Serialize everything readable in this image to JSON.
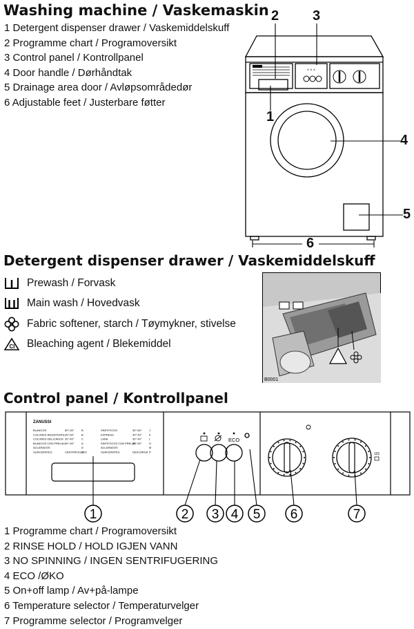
{
  "section1": {
    "title": "Washing machine / Vaskemaskin",
    "items": [
      "1 Detergent dispenser drawer / Vaskemiddelskuff",
      "2 Programme chart / Programoversikt",
      "3 Control panel / Kontrollpanel",
      "4 Door handle / Dørhåndtak",
      "5 Drainage area door / Avløpsområdedør",
      "6 Adjustable feet / Justerbare føtter"
    ],
    "callouts": {
      "c1": "1",
      "c2": "2",
      "c3": "3",
      "c4": "4",
      "c5": "5",
      "c6": "6"
    }
  },
  "section2": {
    "title": "Detergent dispenser drawer / Vaskemiddelskuff",
    "items": [
      {
        "icon": "prewash-icon",
        "label": "Prewash / Forvask"
      },
      {
        "icon": "main-wash-icon",
        "label": "Main wash / Hovedvask"
      },
      {
        "icon": "fabric-softener-icon",
        "label": "Fabric softener, starch / Tøymykner, stivelse"
      },
      {
        "icon": "bleaching-agent-icon",
        "label": "Bleaching agent / Blekemiddel"
      }
    ],
    "photo_code": "B0001"
  },
  "section3": {
    "title": "Control panel / Kontrollpanel",
    "brand": "ZANUSSI",
    "chart_left": [
      {
        "name": "BLANCOS",
        "temp": "60°-90°",
        "code": "B"
      },
      {
        "name": "COLORES RESISTENTE",
        "temp": "40°-60°",
        "code": "B"
      },
      {
        "name": "COLORES DELICADOS",
        "temp": "30°-40°",
        "code": "C"
      },
      {
        "name": "BLANCOS CON PRELAV.",
        "temp": "60°-90°",
        "code": "A"
      },
      {
        "name": "ACLARADOS",
        "temp": "",
        "code": "D"
      },
      {
        "name": "SUAVIZANTES",
        "temp": "CENTRIFUGADO",
        "code": "O"
      }
    ],
    "chart_right": [
      {
        "name": "SINTETICOS",
        "temp": "30°-60°",
        "code": "J"
      },
      {
        "name": "EXPRESS",
        "temp": "30°-40°",
        "code": "K"
      },
      {
        "name": "LANA",
        "temp": "30°-40°",
        "code": "L"
      },
      {
        "name": "SINTETICOS CON PRELAV.",
        "temp": "30°-60°",
        "code": "H"
      },
      {
        "name": "ACLARADOS",
        "temp": "",
        "code": "M"
      },
      {
        "name": "SUAVIZANTES",
        "temp": "DESCARGA",
        "code": "P"
      }
    ],
    "eco_label": "ECO",
    "callouts": {
      "c1": "1",
      "c2": "2",
      "c3": "3",
      "c4": "4",
      "c5": "5",
      "c6": "6",
      "c7": "7"
    },
    "items": [
      "1 Programme chart / Programoversikt",
      "2 RINSE HOLD / HOLD IGJEN VANN",
      "3 NO SPINNING / INGEN SENTRIFUGERING",
      "4 ECO /ØKO",
      "5 On+off lamp / Av+på-lampe",
      "6 Temperature selector / Temperaturvelger",
      "7 Programme selector / Programvelger"
    ]
  }
}
